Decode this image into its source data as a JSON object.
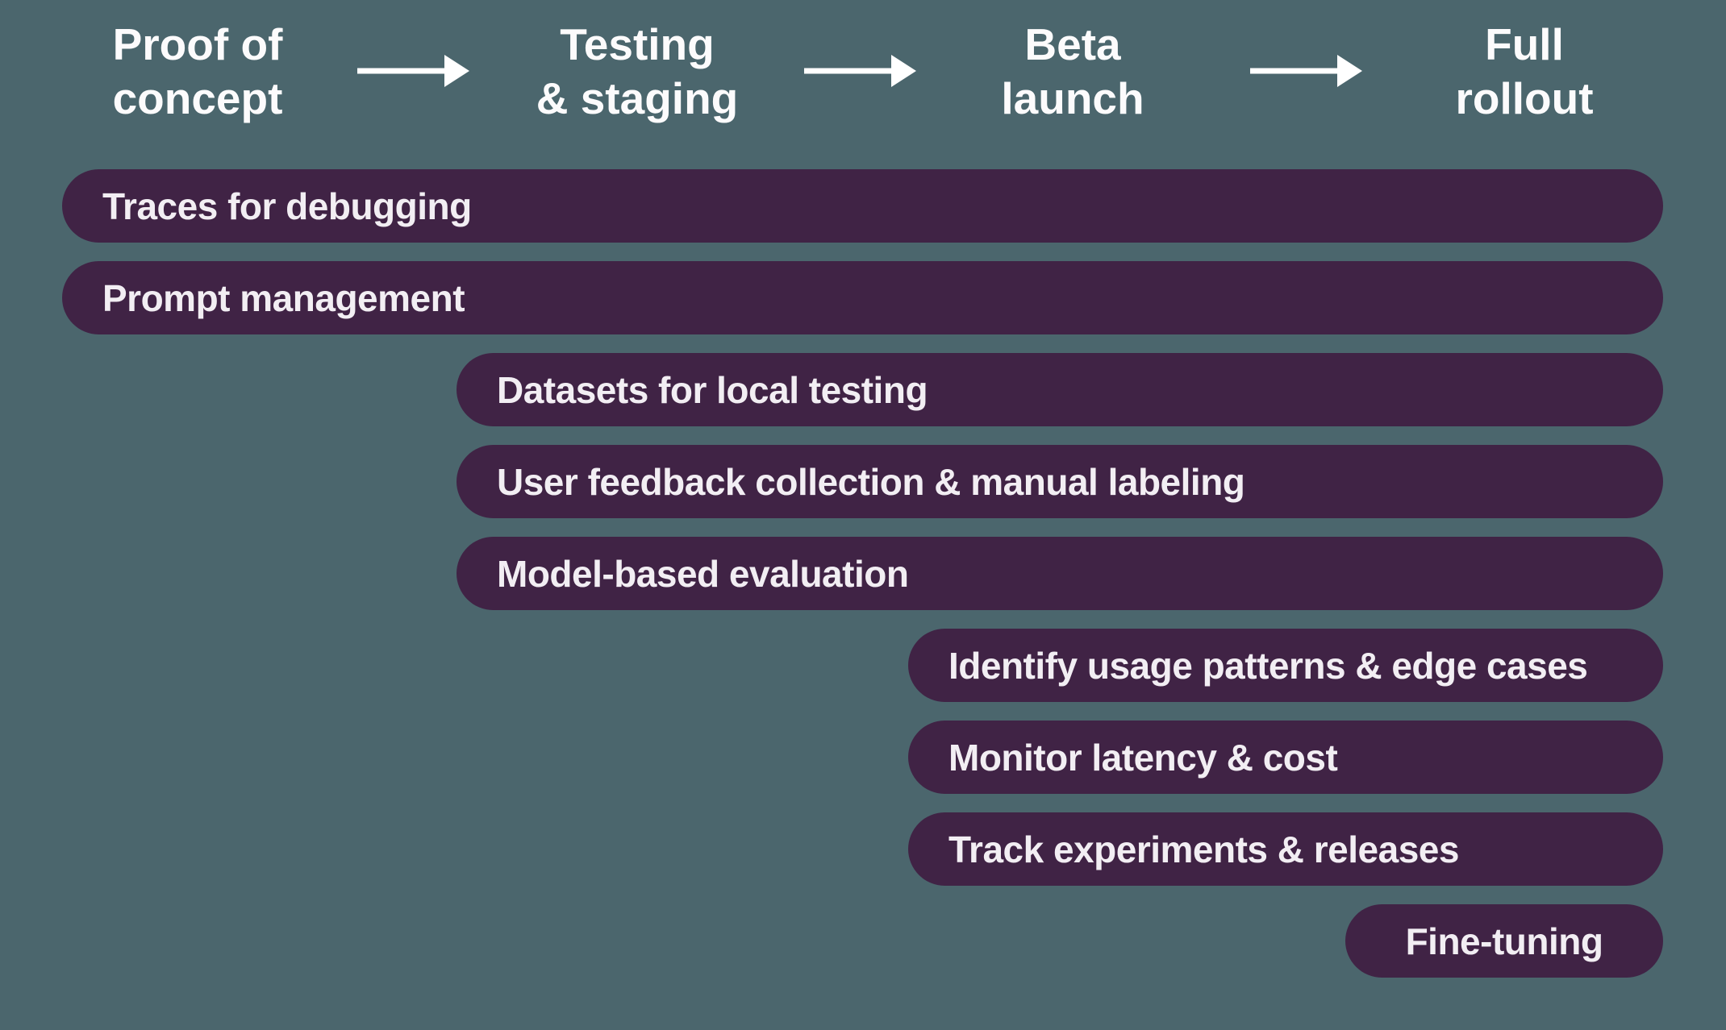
{
  "colors": {
    "background": "#4B666D",
    "bar_fill": "#402345",
    "bar_text": "#F2EEF3",
    "header_text": "#FCFBFC",
    "arrow": "#FFFFFF"
  },
  "phases": [
    {
      "id": "proof-of-concept",
      "label": "Proof of\nconcept"
    },
    {
      "id": "testing-staging",
      "label": "Testing\n& staging"
    },
    {
      "id": "beta-launch",
      "label": "Beta\nlaunch"
    },
    {
      "id": "full-rollout",
      "label": "Full\nrollout"
    }
  ],
  "bars": [
    {
      "label": "Traces for debugging",
      "start_phase": "Proof of concept",
      "end_phase": "Full rollout"
    },
    {
      "label": "Prompt management",
      "start_phase": "Proof of concept",
      "end_phase": "Full rollout"
    },
    {
      "label": "Datasets for local testing",
      "start_phase": "Testing & staging",
      "end_phase": "Full rollout"
    },
    {
      "label": "User feedback collection & manual labeling",
      "start_phase": "Testing & staging",
      "end_phase": "Full rollout"
    },
    {
      "label": "Model-based evaluation",
      "start_phase": "Testing & staging",
      "end_phase": "Full rollout"
    },
    {
      "label": "Identify usage patterns & edge cases",
      "start_phase": "Beta launch",
      "end_phase": "Full rollout"
    },
    {
      "label": "Monitor latency & cost",
      "start_phase": "Beta launch",
      "end_phase": "Full rollout"
    },
    {
      "label": "Track experiments & releases",
      "start_phase": "Beta launch",
      "end_phase": "Full rollout"
    },
    {
      "label": "Fine-tuning",
      "start_phase": "Full rollout",
      "end_phase": "Full rollout"
    }
  ]
}
